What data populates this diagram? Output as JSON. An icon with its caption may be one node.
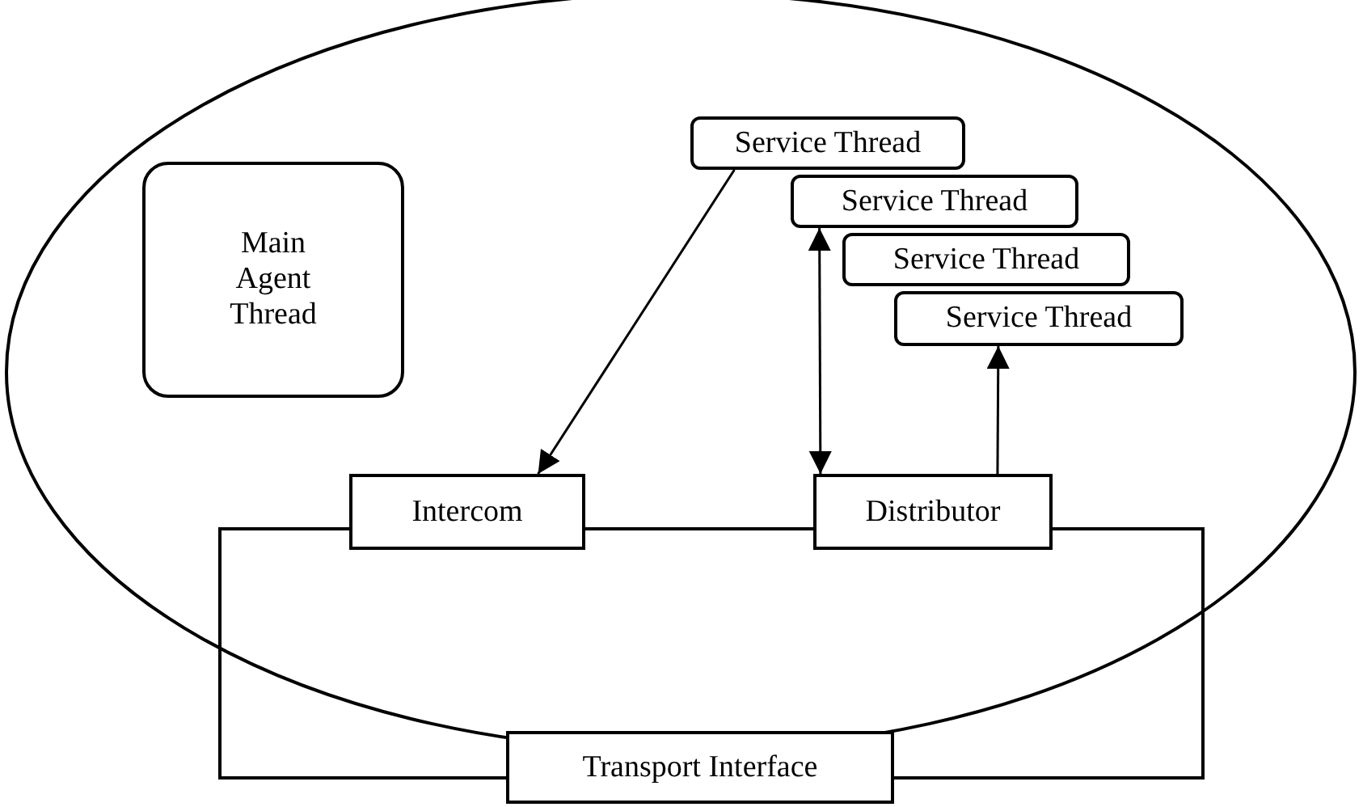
{
  "diagram": {
    "nodes": [
      {
        "text": [],
        "shape": "ellipse"
      },
      {
        "text": [
          "Main Agent Thread"
        ],
        "in": 0
      },
      {
        "text": [
          "Service Thread"
        ],
        "in": 0
      },
      {
        "text": [
          "Service Thread"
        ],
        "in": 0
      },
      {
        "text": [
          "Service Thread"
        ],
        "in": 0
      },
      {
        "text": [
          "Service Thread"
        ],
        "in": 0
      },
      {
        "text": [],
        "shape": "box"
      },
      {
        "text": [
          "Intercom"
        ],
        "in": 0
      },
      {
        "text": [
          "Distributor"
        ],
        "in": 0
      },
      {
        "text": [
          "Transport Interface"
        ]
      }
    ],
    "edges": [
      {
        "from": 2,
        "to": 7,
        "arrow": "to"
      },
      {
        "from": 3,
        "to": 8,
        "arrow": "both"
      },
      {
        "from": 8,
        "to": 5,
        "arrow": "to"
      }
    ]
  }
}
